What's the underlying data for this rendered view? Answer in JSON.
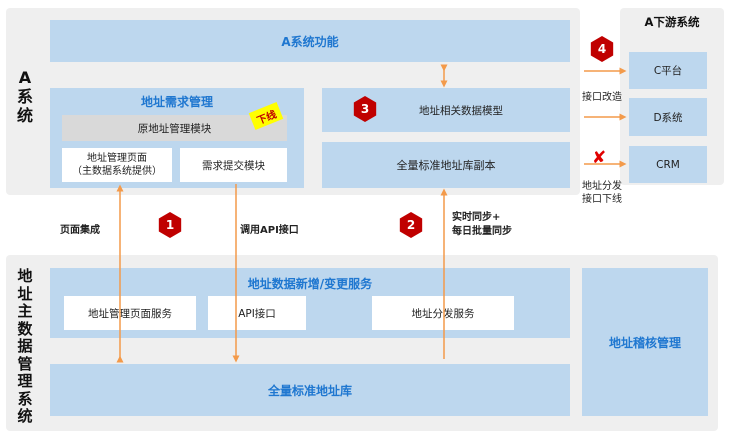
{
  "system_a": {
    "label": "A\n系\n统",
    "function_bar": "A系统功能",
    "requirements": {
      "title": "地址需求管理",
      "old_module": "原地址管理模块",
      "offline_tag": "下线",
      "page": "地址管理页面\n（主数据系统提供）",
      "submit": "需求提交模块"
    },
    "data_model": "地址相关数据模型",
    "full_copy": "全量标准地址库副本"
  },
  "downstream": {
    "title": "A下游系统",
    "items": [
      "C平台",
      "D系统",
      "CRM"
    ],
    "label_refactor": "接口改造",
    "label_offline": "地址分发\n接口下线"
  },
  "mdm": {
    "label": "地\n址\n主\n数\n据\n管\n理\n系\n统",
    "service_title": "地址数据新增/变更服务",
    "services": [
      "地址管理页面服务",
      "API接口",
      "地址分发服务"
    ],
    "library": "全量标准地址库",
    "audit": "地址稽核管理"
  },
  "flows": {
    "page_integration": "页面集成",
    "api_call": "调用API接口",
    "sync": "实时同步+\n每日批量同步"
  },
  "markers": [
    "1",
    "2",
    "3",
    "4"
  ],
  "icons": {
    "offline_mark": "✘"
  },
  "colors": {
    "box_blue": "#bdd7ee",
    "title_blue": "#1f77d0",
    "arrow": "#f39a4a",
    "marker_red": "#c00000"
  }
}
